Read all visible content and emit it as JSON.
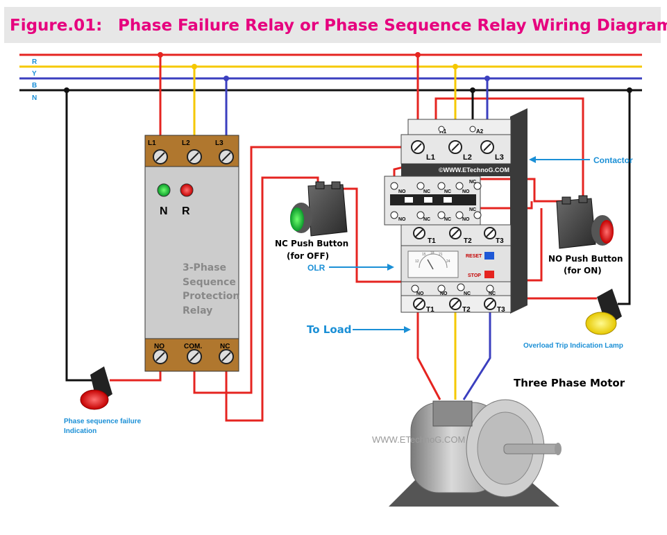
{
  "title": {
    "figure": "Figure.01:",
    "text": "Phase Failure Relay or Phase Sequence Relay Wiring Diagram"
  },
  "bus": {
    "r": "R",
    "y": "Y",
    "b": "B",
    "n": "N",
    "colors": {
      "r": "#e52420",
      "y": "#f5c800",
      "b": "#3b3fbf",
      "n": "#111111"
    }
  },
  "relay": {
    "top_terminals": [
      "L1",
      "L2",
      "L3"
    ],
    "led_n": "N",
    "led_r": "R",
    "label_lines": [
      "3-Phase",
      "Sequence",
      "Protection",
      "Relay"
    ],
    "bottom_terminals": [
      "NO",
      "COM.",
      "NC"
    ]
  },
  "contactor": {
    "a1": "A1",
    "a2": "A2",
    "line_terminals": [
      "L1",
      "L2",
      "L3"
    ],
    "watermark": "©WWW.ETechnoG.COM",
    "aux_top": [
      "NO",
      "NC",
      "NC",
      "NO",
      "NC"
    ],
    "aux_bottom": [
      "NO",
      "NC",
      "NC",
      "NO",
      "NC"
    ],
    "load_terminals": [
      "T1",
      "T2",
      "T3"
    ]
  },
  "olr": {
    "dial_marks": [
      "12",
      "15",
      "18",
      "21",
      "24"
    ],
    "reset": "RESET",
    "stop": "STOP",
    "aux": [
      "NO",
      "NO",
      "NC",
      "NC"
    ],
    "out_terminals": [
      "T1",
      "T2",
      "T3"
    ]
  },
  "labels": {
    "contactor": "Contactor",
    "nc_button_line1": "NC Push Button",
    "nc_button_line2": "(for OFF)",
    "no_button_line1": "NO Push Button",
    "no_button_line2": "(for ON)",
    "olr": "OLR",
    "to_load": "To Load",
    "overload_lamp": "Overload Trip Indication Lamp",
    "motor": "Three Phase Motor",
    "watermark2": "WWW.ETechnoG.COM",
    "phase_fail_line1": "Phase sequence failure",
    "phase_fail_line2": "Indication"
  }
}
